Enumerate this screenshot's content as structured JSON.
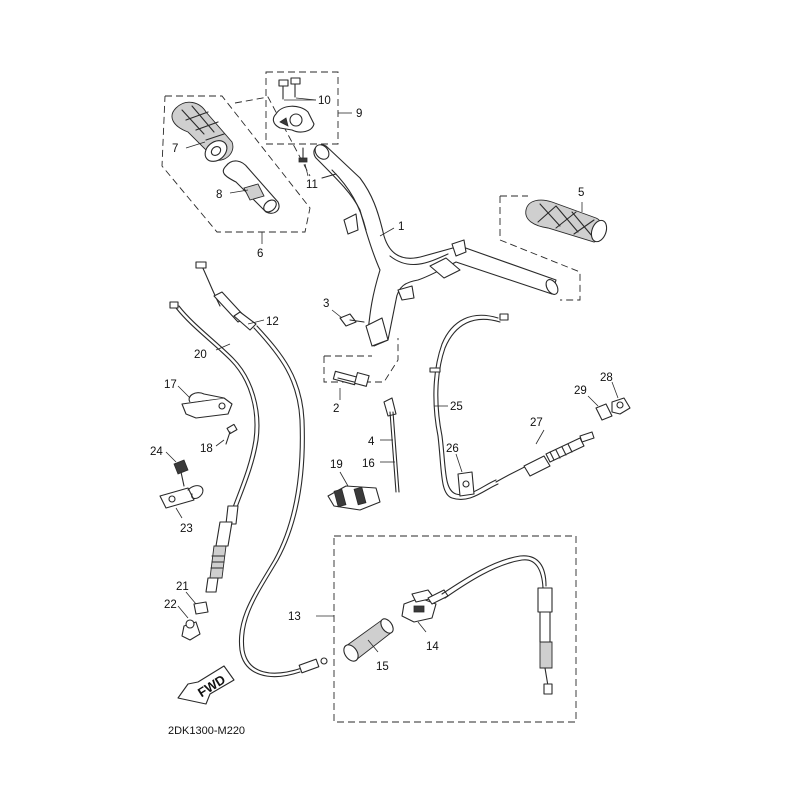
{
  "diagram": {
    "code": "2DK1300-M220",
    "fwd_label": "FWD",
    "callouts": [
      "1",
      "2",
      "3",
      "4",
      "5",
      "6",
      "7",
      "8",
      "9",
      "10",
      "11",
      "12",
      "13",
      "14",
      "15",
      "16",
      "17",
      "18",
      "19",
      "20",
      "21",
      "22",
      "23",
      "24",
      "25",
      "26",
      "27",
      "28",
      "29"
    ]
  }
}
